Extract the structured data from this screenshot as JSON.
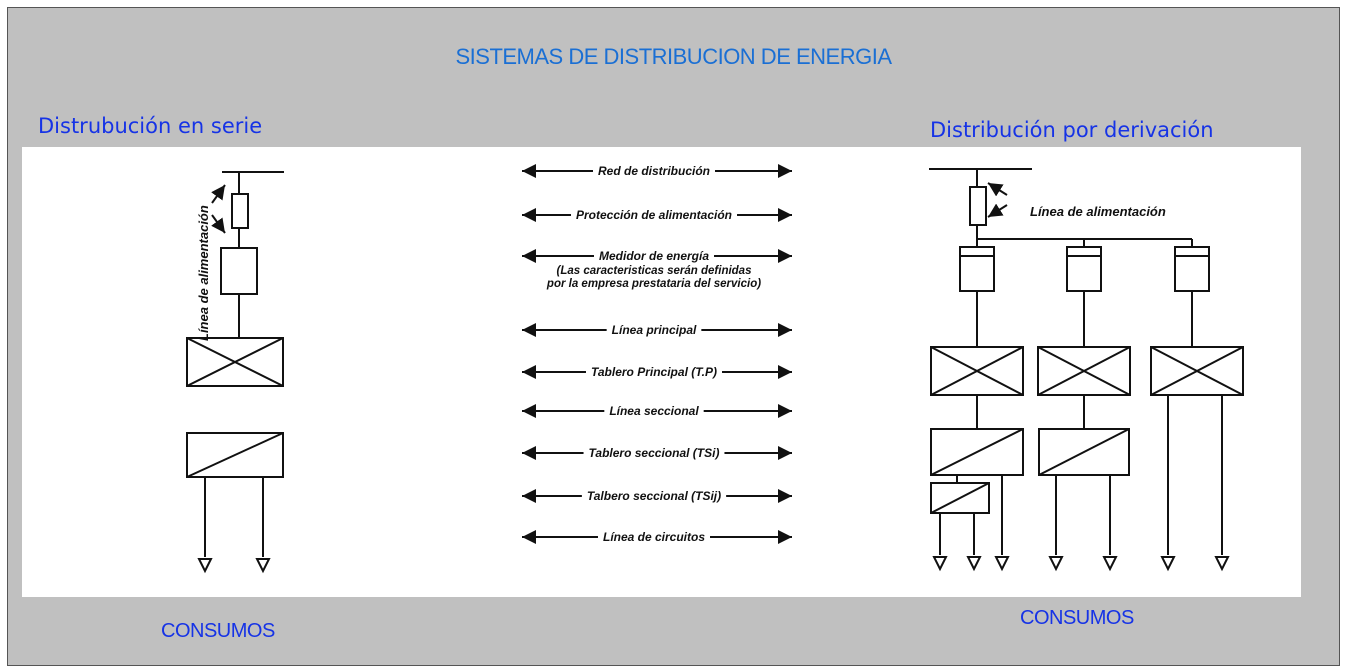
{
  "title": "SISTEMAS DE DISTRIBUCION DE ENERGIA",
  "left": {
    "heading": "Distrubución en serie",
    "vertical_label": "Línea de alimentación",
    "consumos": "CONSUMOS"
  },
  "right": {
    "heading": "Distribución por derivación",
    "feed_label": "Línea de alimentación",
    "consumos": "CONSUMOS"
  },
  "legend": [
    {
      "label": "Red de distribución"
    },
    {
      "label": "Protección de alimentación"
    },
    {
      "label": "Medidor de energía",
      "note_lines": [
        "(Las caracteristicas serán definidas",
        "por la empresa prestataria del servicio)"
      ]
    },
    {
      "label": "Línea principal"
    },
    {
      "label": "Tablero Principal (T.P)"
    },
    {
      "label": "Línea seccional"
    },
    {
      "label": "Tablero seccional (TSi)"
    },
    {
      "label": "Talbero seccional (TSij)"
    },
    {
      "label": "Línea de circuitos"
    }
  ],
  "colors": {
    "background": "#c0c0c0",
    "panel": "#ffffff",
    "title": "#1a6fd4",
    "heading": "#1633e6",
    "line": "#111111"
  }
}
